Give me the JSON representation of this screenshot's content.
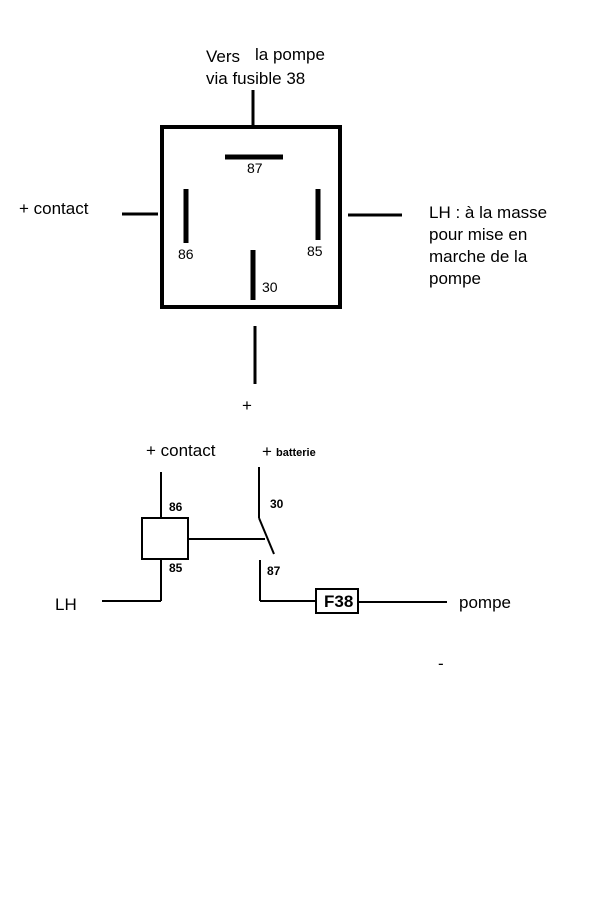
{
  "top": {
    "vers": "Vers",
    "la_pompe": "la pompe",
    "via_fusible": "via fusible 38",
    "contact": "+ contact",
    "lh_line1": "LH : à la masse",
    "lh_line2": "pour mise en",
    "lh_line3": "marche de la",
    "lh_line4": "pompe",
    "pin_87": "87",
    "pin_86": "86",
    "pin_85": "85",
    "pin_30": "30",
    "plus": "+"
  },
  "bottom": {
    "contact": "+ contact",
    "batterie_plus": "+",
    "batterie": "batterie",
    "pin_86": "86",
    "pin_85": "85",
    "pin_30": "30",
    "pin_87": "87",
    "lh": "LH",
    "fuse": "F38",
    "pompe": "pompe",
    "minus": "-"
  }
}
